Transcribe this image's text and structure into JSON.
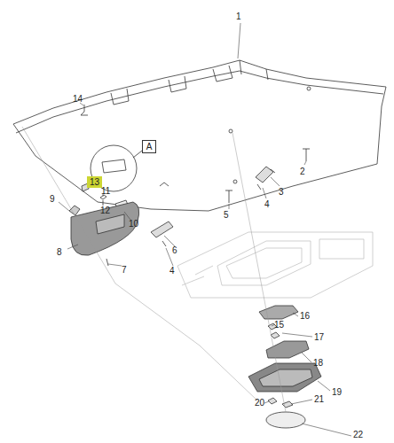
{
  "diagram": {
    "nodes": [
      {
        "text": [
          "A"
        ]
      },
      {
        "text": [
          "13"
        ]
      }
    ],
    "labels": [
      "1",
      "14",
      "2",
      "9",
      "11",
      "12",
      "3",
      "4",
      "8",
      "10",
      "5",
      "6",
      "4",
      "7",
      "16",
      "15",
      "17",
      "18",
      "19",
      "20",
      "21",
      "22"
    ]
  }
}
